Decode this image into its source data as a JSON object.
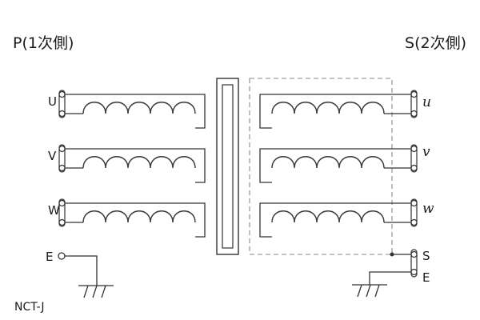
{
  "labels": {
    "primary_title": "P(1次側)",
    "secondary_title": "S(2次側)",
    "footer": "NCT-J"
  },
  "primary_terminals": [
    "U",
    "V",
    "W"
  ],
  "secondary_terminals": [
    "u",
    "v",
    "w"
  ],
  "ground_terminals": {
    "primary_earth": "E",
    "secondary_shield": "S",
    "secondary_earth": "E"
  }
}
